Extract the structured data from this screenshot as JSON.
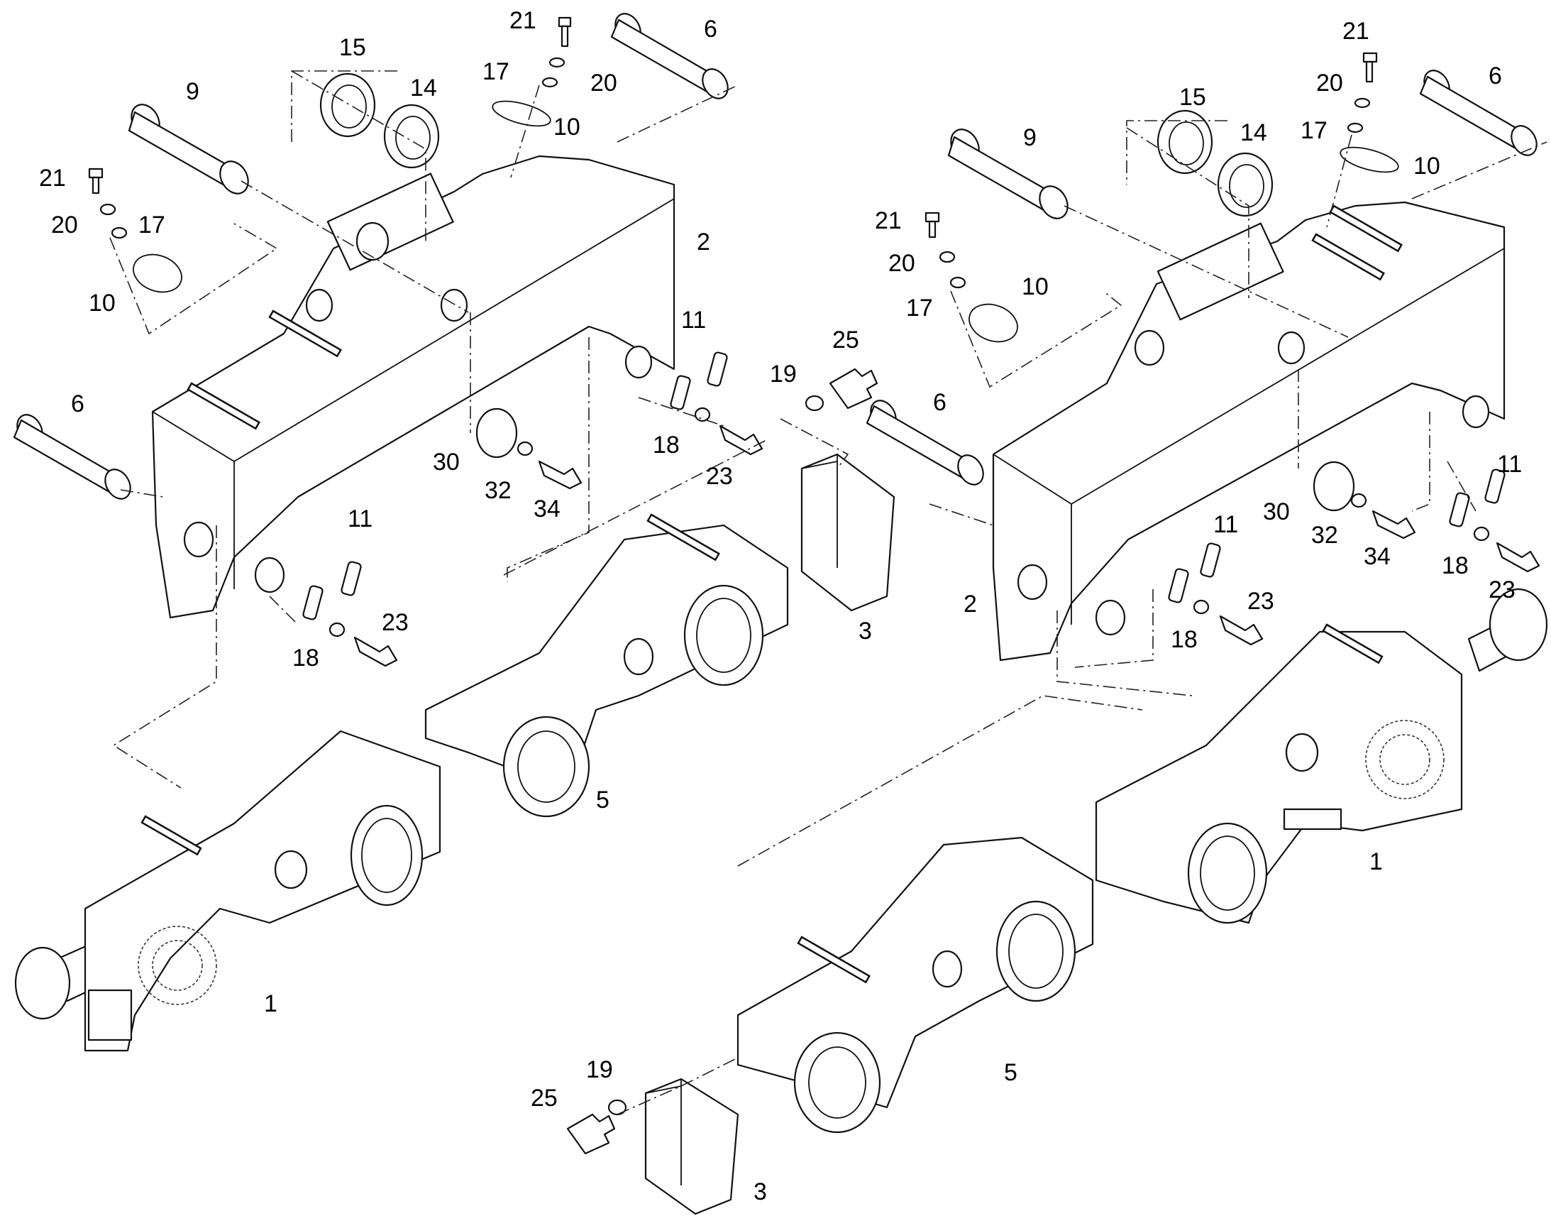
{
  "diagram": {
    "labels_left": [
      {
        "id": "l-21a",
        "text": "21"
      },
      {
        "id": "l-6a",
        "text": "6"
      },
      {
        "id": "l-15a",
        "text": "15"
      },
      {
        "id": "l-17a",
        "text": "17"
      },
      {
        "id": "l-20a",
        "text": "20"
      },
      {
        "id": "l-14a",
        "text": "14"
      },
      {
        "id": "l-9a",
        "text": "9"
      },
      {
        "id": "l-10a",
        "text": "10"
      },
      {
        "id": "l-21b",
        "text": "21"
      },
      {
        "id": "l-20b",
        "text": "20"
      },
      {
        "id": "l-17b",
        "text": "17"
      },
      {
        "id": "l-2a",
        "text": "2"
      },
      {
        "id": "l-10b",
        "text": "10"
      },
      {
        "id": "l-11a",
        "text": "11"
      },
      {
        "id": "l-6b",
        "text": "6"
      },
      {
        "id": "l-18a",
        "text": "18"
      },
      {
        "id": "l-30a",
        "text": "30"
      },
      {
        "id": "l-23a",
        "text": "23"
      },
      {
        "id": "l-32a",
        "text": "32"
      },
      {
        "id": "l-34a",
        "text": "34"
      },
      {
        "id": "l-11b",
        "text": "11"
      },
      {
        "id": "l-23b",
        "text": "23"
      },
      {
        "id": "l-18b",
        "text": "18"
      },
      {
        "id": "l-1a",
        "text": "1"
      }
    ],
    "labels_center": [
      {
        "id": "c-25a",
        "text": "25"
      },
      {
        "id": "c-19a",
        "text": "19"
      },
      {
        "id": "c-6c",
        "text": "6"
      },
      {
        "id": "c-3a",
        "text": "3"
      },
      {
        "id": "c-5a",
        "text": "5"
      },
      {
        "id": "c-5b",
        "text": "5"
      },
      {
        "id": "c-19b",
        "text": "19"
      },
      {
        "id": "c-25b",
        "text": "25"
      },
      {
        "id": "c-3b",
        "text": "3"
      }
    ],
    "labels_right": [
      {
        "id": "r-21a",
        "text": "21"
      },
      {
        "id": "r-20a",
        "text": "20"
      },
      {
        "id": "r-6a",
        "text": "6"
      },
      {
        "id": "r-15a",
        "text": "15"
      },
      {
        "id": "r-14a",
        "text": "14"
      },
      {
        "id": "r-9a",
        "text": "9"
      },
      {
        "id": "r-17a",
        "text": "17"
      },
      {
        "id": "r-10a",
        "text": "10"
      },
      {
        "id": "r-21b",
        "text": "21"
      },
      {
        "id": "r-20b",
        "text": "20"
      },
      {
        "id": "r-10b",
        "text": "10"
      },
      {
        "id": "r-17b",
        "text": "17"
      },
      {
        "id": "r-11a",
        "text": "11"
      },
      {
        "id": "r-30a",
        "text": "30"
      },
      {
        "id": "r-32a",
        "text": "32"
      },
      {
        "id": "r-34a",
        "text": "34"
      },
      {
        "id": "r-11b",
        "text": "11"
      },
      {
        "id": "r-18a",
        "text": "18"
      },
      {
        "id": "r-23a",
        "text": "23"
      },
      {
        "id": "r-2a",
        "text": "2"
      },
      {
        "id": "r-23b",
        "text": "23"
      },
      {
        "id": "r-18b",
        "text": "18"
      },
      {
        "id": "r-1a",
        "text": "1"
      }
    ]
  }
}
